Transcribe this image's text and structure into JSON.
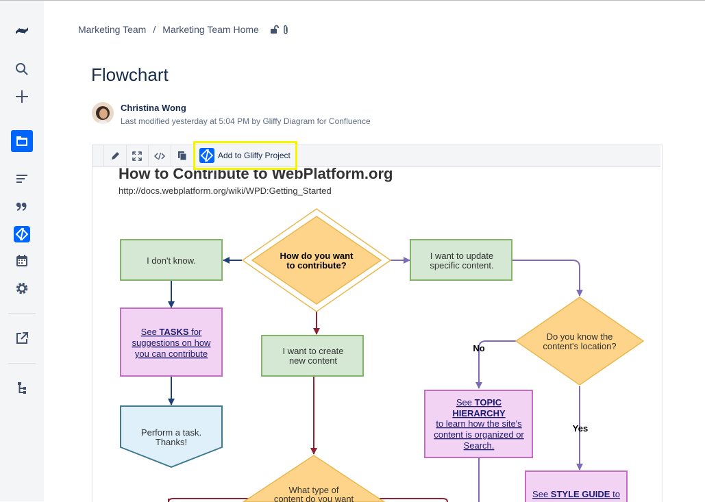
{
  "breadcrumb": {
    "space": "Marketing Team",
    "separator": "/",
    "page": "Marketing Team Home"
  },
  "page": {
    "title": "Flowchart",
    "author": "Christina Wong",
    "modified": "Last modified yesterday at 5:04 PM by Gliffy Diagram for Confluence"
  },
  "sidebar": {
    "icons": [
      "confluence-logo-icon",
      "search-icon",
      "plus-icon",
      "pages-icon",
      "list-icon",
      "quote-icon",
      "gliffy-icon",
      "calendar-icon",
      "gear-icon",
      "external-link-icon",
      "tree-icon"
    ],
    "accent": "#0065ff"
  },
  "toolbar": {
    "buttons": [
      "edit-icon",
      "fullscreen-icon",
      "embed-icon",
      "copy-icon"
    ],
    "gliffy_label": "Add to Gliffy Project"
  },
  "diagram": {
    "title": "How to Contribute to WebPlatform.org",
    "url": "http://docs.webplatform.org/wiki/WPD:Getting_Started",
    "nodes": {
      "contribute_l1": "How do you want",
      "contribute_l2": "to contribute?",
      "dont_know": "I don't know.",
      "update_l1": "I want to update",
      "update_l2": "specific content.",
      "tasks_l1a": "See ",
      "tasks_l1b": "TASKS",
      "tasks_l1c": " for",
      "tasks_l2": "suggestions on how",
      "tasks_l3": "you can contribute",
      "create_l1": "I want to create",
      "create_l2": "new content",
      "know_l1": "Do you know the",
      "know_l2": "content's location?",
      "no": "No",
      "yes": "Yes",
      "topic_l1a": "See ",
      "topic_l1b": "TOPIC",
      "topic_l2": "HIERARCHY",
      "topic_l3": "to learn how the site's",
      "topic_l4": "content is organized or",
      "topic_l5": "Search.",
      "task_l1": "Perform a task.",
      "task_l2": "Thanks!",
      "type_l1": "What type of",
      "type_l2": "content do you want",
      "style_l1a": "See ",
      "style_l1b": "STYLE GUIDE",
      "style_l1c": " to"
    },
    "colors": {
      "green": "#d5e8d4",
      "green_stroke": "#82b366",
      "orange": "#fdd48a",
      "orange_stroke": "#e8b84f",
      "pink": "#f3d3f3",
      "pink_stroke": "#c46bc4",
      "blue": "#dff0fb",
      "blue_stroke": "#3f7a8f",
      "navy": "#1d3f7a",
      "purple": "#7e6bb8",
      "maroon": "#8c2234"
    }
  }
}
